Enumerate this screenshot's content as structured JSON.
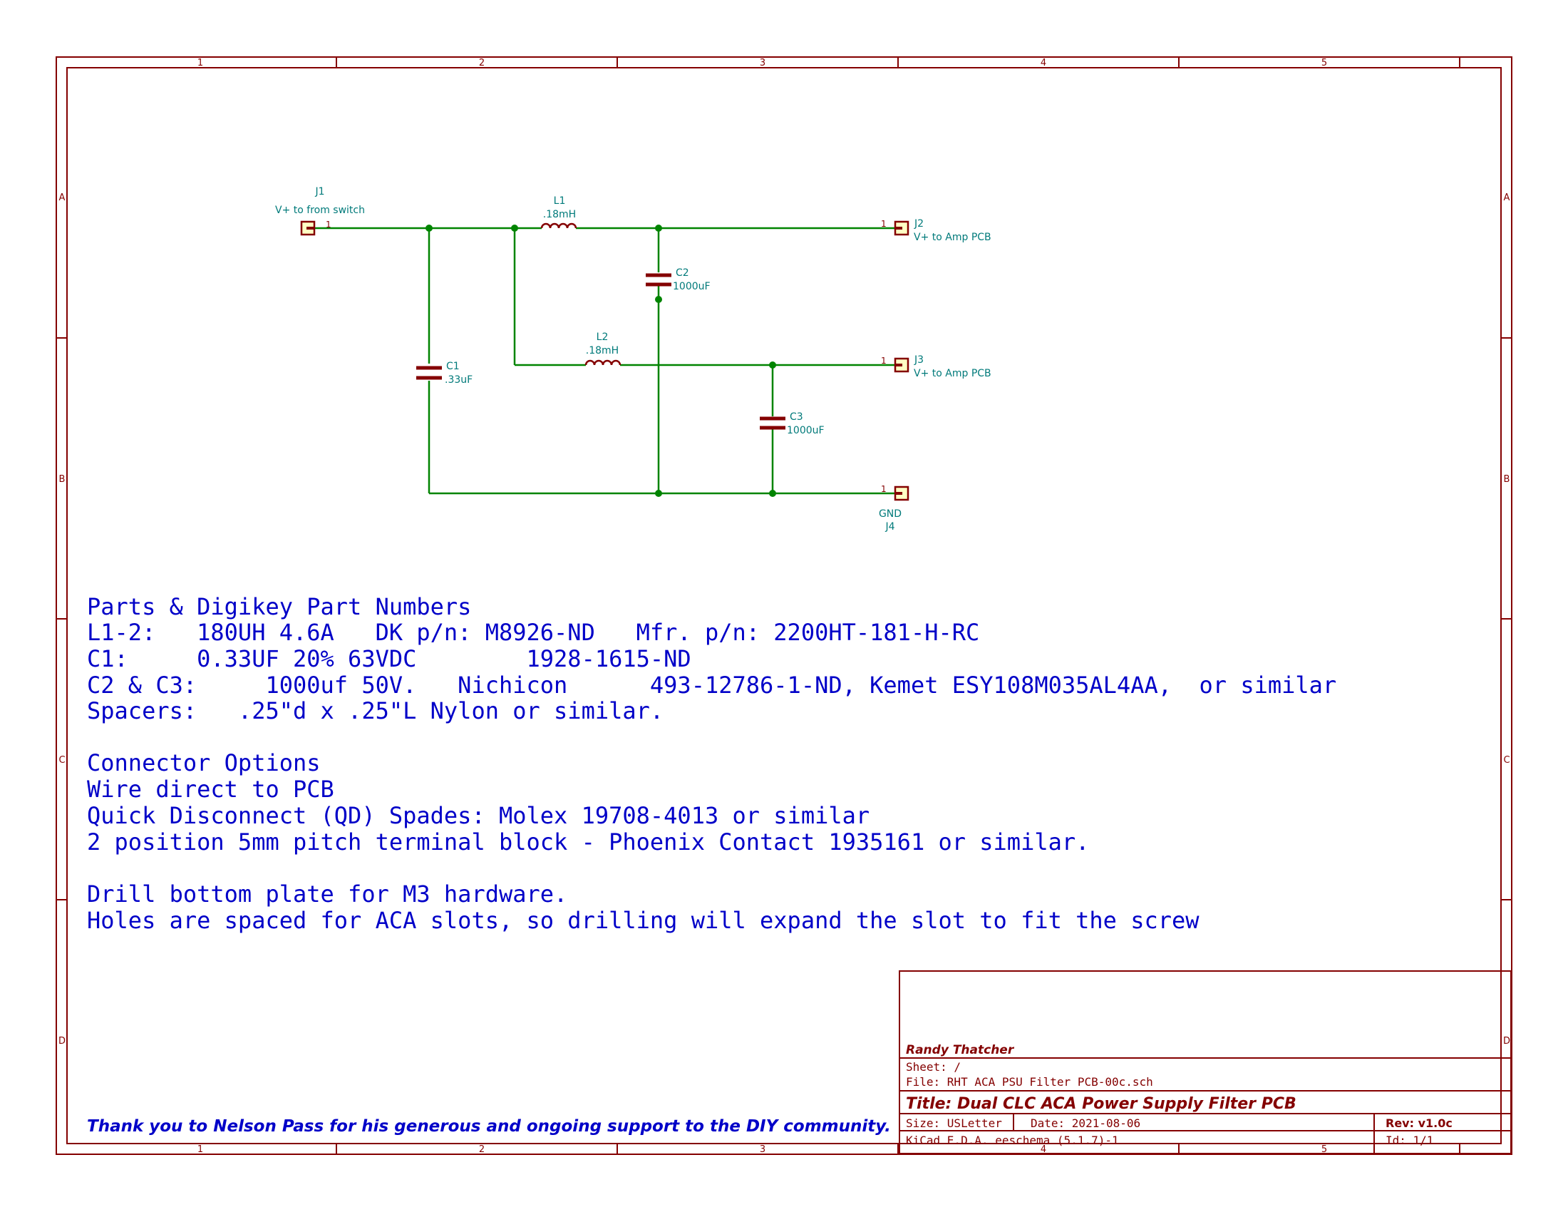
{
  "colors": {
    "frame": "#840000",
    "wire": "#008400",
    "component": "#840000",
    "label": "#007a7a",
    "pin": "#840000",
    "note": "#0000c8",
    "title": "#840000"
  },
  "frame": {
    "columns": [
      "1",
      "2",
      "3",
      "4",
      "5"
    ],
    "rows": [
      "A",
      "B",
      "C",
      "D"
    ]
  },
  "components": {
    "j1": {
      "ref": "J1",
      "value": "V+ to from switch",
      "pin": "1"
    },
    "j2": {
      "ref": "J2",
      "value": "V+ to Amp PCB",
      "pin": "1"
    },
    "j3": {
      "ref": "J3",
      "value": "V+ to Amp PCB",
      "pin": "1"
    },
    "j4": {
      "ref": "J4",
      "value": "GND",
      "pin": "1"
    },
    "l1": {
      "ref": "L1",
      "value": ".18mH"
    },
    "l2": {
      "ref": "L2",
      "value": ".18mH"
    },
    "c1": {
      "ref": "C1",
      "value": ".33uF"
    },
    "c2": {
      "ref": "C2",
      "value": "1000uF"
    },
    "c3": {
      "ref": "C3",
      "value": "1000uF"
    }
  },
  "notes": {
    "parts_lines": [
      "Parts & Digikey Part Numbers",
      "L1-2:   180UH 4.6A   DK p/n: M8926-ND   Mfr. p/n: 2200HT-181-H-RC",
      "C1:     0.33UF 20% 63VDC        1928-1615-ND",
      "C2 & C3:     1000uf 50V.   Nichicon      493-12786-1-ND, Kemet ESY108M035AL4AA,  or similar",
      "Spacers:   .25\"d x .25\"L Nylon or similar.",
      "",
      "Connector Options",
      "Wire direct to PCB",
      "Quick Disconnect (QD) Spades: Molex 19708-4013 or similar",
      "2 position 5mm pitch terminal block - Phoenix Contact 1935161 or similar.",
      "",
      "Drill bottom plate for M3 hardware.",
      "Holes are spaced for ACA slots, so drilling will expand the slot to fit the screw"
    ],
    "thanks": "Thank you to Nelson Pass for his generous and ongoing support to the DIY community."
  },
  "title_block": {
    "company": "Randy Thatcher",
    "sheet": "Sheet: /",
    "file": "File: RHT ACA PSU Filter PCB-00c.sch",
    "title": "Title: Dual CLC ACA Power Supply Filter PCB",
    "size": "Size: USLetter",
    "date": "Date: 2021-08-06",
    "rev": "Rev: v1.0c",
    "tool": "KiCad E.D.A.  eeschema (5.1.7)-1",
    "id": "Id: 1/1"
  }
}
